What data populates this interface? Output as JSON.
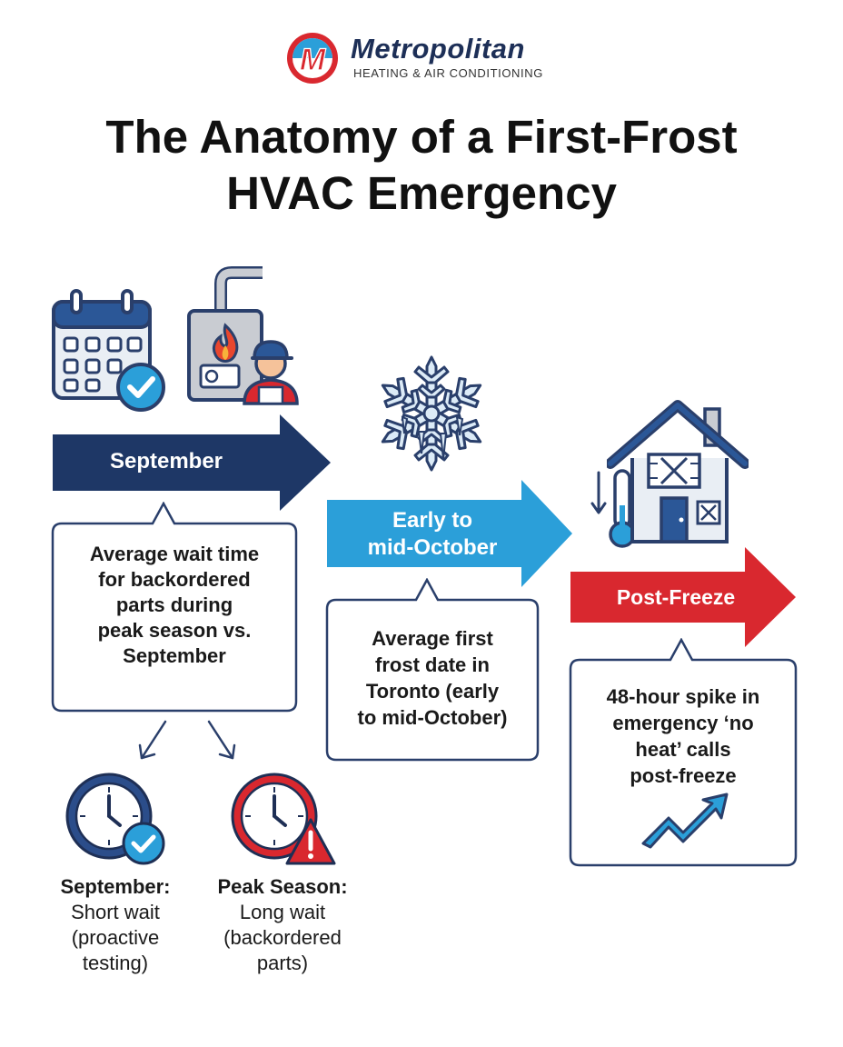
{
  "brand": {
    "logo_letter": "M",
    "name": "Metropolitan",
    "tagline": "HEATING & AIR CONDITIONING"
  },
  "title": {
    "line1": "The Anatomy of a First-Frost",
    "line2": "HVAC Emergency"
  },
  "stages": [
    {
      "label": "September",
      "color": "#1e3766",
      "icons": [
        "calendar-check-icon",
        "furnace-icon",
        "technician-icon"
      ],
      "callout": [
        "Average wait time",
        "for backordered",
        "parts during",
        "peak season vs.",
        "September"
      ]
    },
    {
      "label_lines": [
        "Early to",
        "mid-October"
      ],
      "color": "#2b9fd9",
      "icons": [
        "snowflake-icon"
      ],
      "callout": [
        "Average first",
        "frost date in",
        "Toronto (early",
        "to mid-October)"
      ]
    },
    {
      "label": "Post-Freeze",
      "color": "#d9282f",
      "icons": [
        "cold-house-icon",
        "thermometer-down-icon"
      ],
      "callout": [
        "48-hour spike in",
        "emergency ‘no",
        "heat’ calls",
        "post-freeze"
      ],
      "callout_icon": "trend-up-icon"
    }
  ],
  "comparison": [
    {
      "heading": "September:",
      "lines": [
        "Short wait",
        "(proactive",
        "testing)"
      ],
      "icon": "clock-check-icon",
      "ring_color": "#2b4d8a"
    },
    {
      "heading": "Peak Season:",
      "lines": [
        "Long wait",
        "(backordered",
        "parts)"
      ],
      "icon": "clock-warning-icon",
      "ring_color": "#d9282f"
    }
  ],
  "colors": {
    "navy": "#1e3766",
    "blue": "#2b9fd9",
    "red": "#d9282f",
    "outline": "#2a3f6b"
  }
}
